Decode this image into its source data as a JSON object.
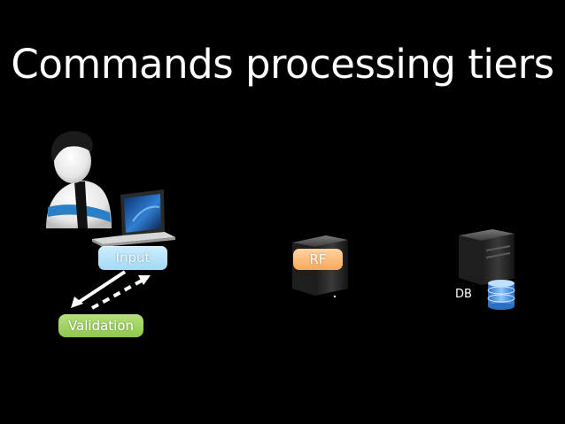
{
  "slide": {
    "title": "Commands processing tiers"
  },
  "nodes": {
    "input_label": "Input",
    "validation_label": "Validation",
    "rf_label": "RF",
    "db_label": "DB"
  },
  "colors": {
    "background": "#000000",
    "input": "#a3d9f5",
    "validation": "#8ec84a",
    "rf": "#f7a85a",
    "text": "#ffffff"
  },
  "icons": [
    "user-icon",
    "laptop-icon",
    "server-icon",
    "database-icon"
  ]
}
